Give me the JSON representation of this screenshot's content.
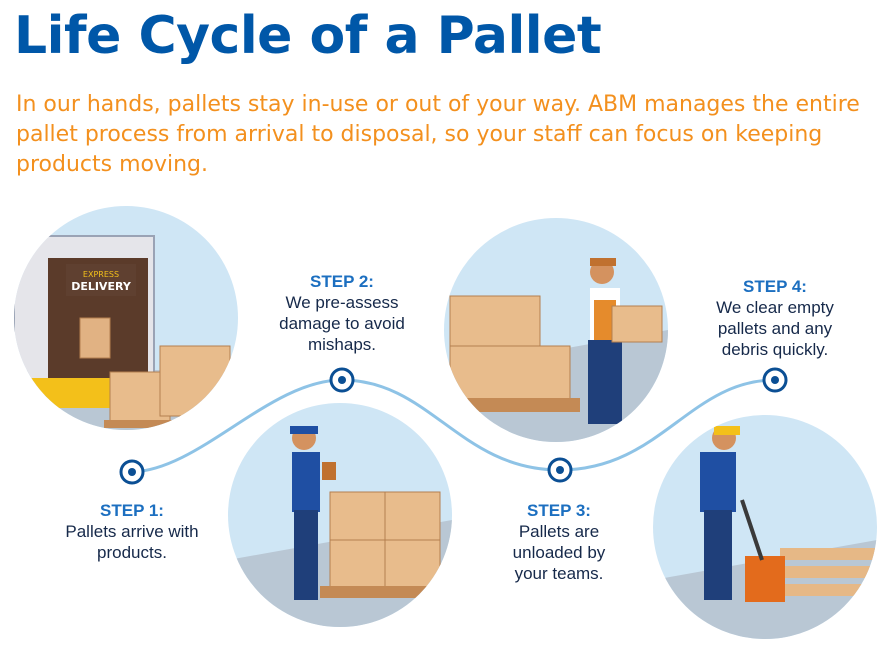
{
  "title": "Life Cycle of a Pallet",
  "intro": "In our hands, pallets stay in-use or out of your way. ABM manages the entire pallet process from arrival to disposal, so your staff can focus on keeping products moving.",
  "truck_sign": {
    "line1": "EXPRESS",
    "line2": "DELIVERY"
  },
  "steps": [
    {
      "label": "STEP 1:",
      "desc": "Pallets arrive with products."
    },
    {
      "label": "STEP 2:",
      "desc": "We pre-assess damage to avoid mishaps."
    },
    {
      "label": "STEP 3:",
      "desc": "Pallets are unloaded by your teams."
    },
    {
      "label": "STEP 4:",
      "desc": "We clear empty pallets and any debris quickly."
    }
  ],
  "colors": {
    "title": "#0057a8",
    "intro": "#f3901e",
    "step_label": "#1c6fc0",
    "path": "#8ec3e6",
    "circle_bg": "#cfe6f5"
  }
}
